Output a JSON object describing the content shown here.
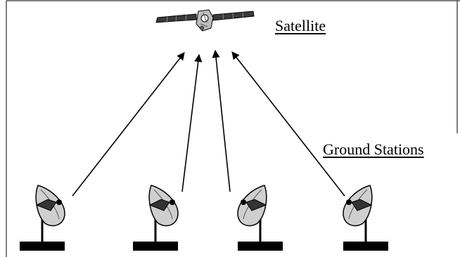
{
  "labels": {
    "satellite": "Satellite",
    "ground_stations": "Ground Stations"
  },
  "nodes": {
    "satellite": {
      "icon": "satellite-icon"
    },
    "ground_stations": [
      {
        "id": "ground-station-1",
        "icon": "satellite-dish-icon"
      },
      {
        "id": "ground-station-2",
        "icon": "satellite-dish-icon"
      },
      {
        "id": "ground-station-3",
        "icon": "satellite-dish-icon"
      },
      {
        "id": "ground-station-4",
        "icon": "satellite-dish-icon"
      }
    ]
  },
  "edges": [
    {
      "from": "ground-station-1",
      "to": "satellite",
      "arrow": "end"
    },
    {
      "from": "ground-station-2",
      "to": "satellite",
      "arrow": "end"
    },
    {
      "from": "ground-station-3",
      "to": "satellite",
      "arrow": "end"
    },
    {
      "from": "ground-station-4",
      "to": "satellite",
      "arrow": "end"
    }
  ],
  "colors": {
    "line": "#000000",
    "background": "#ffffff",
    "dish_fill": "#cfcfcf",
    "panel_fill": "#3a3a3a"
  }
}
